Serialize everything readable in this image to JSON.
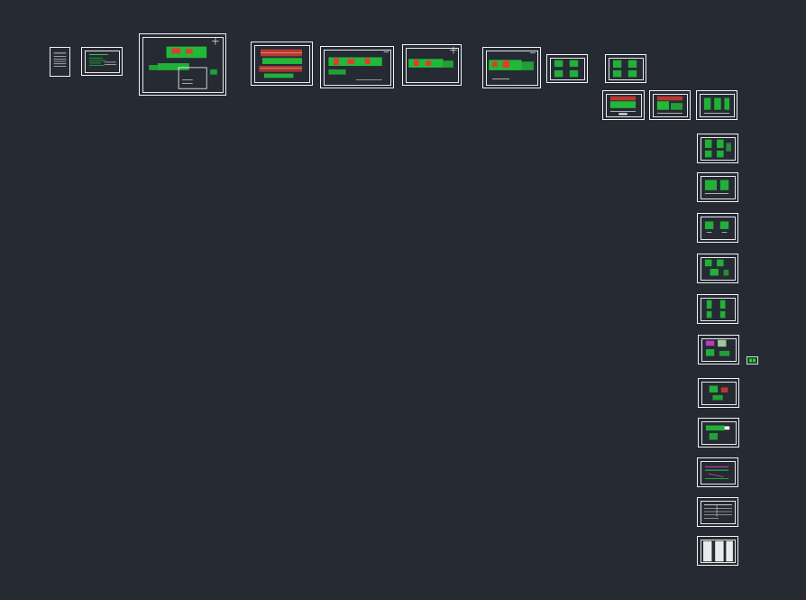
{
  "viewport": {
    "background": "#252a33",
    "frame_color": "#f2f2f2",
    "drawing_colors": [
      "#22d23a",
      "#e23b2e",
      "#ffffff",
      "#d63fd6",
      "#b5e3b0"
    ]
  },
  "sheets": [
    {
      "id": "cover"
    },
    {
      "id": "design-notes"
    },
    {
      "id": "site-plan"
    },
    {
      "id": "floor-plan-1"
    },
    {
      "id": "floor-plan-2"
    },
    {
      "id": "floor-plan-3"
    },
    {
      "id": "floor-plan-4"
    },
    {
      "id": "detail-a"
    },
    {
      "id": "detail-b"
    },
    {
      "id": "elevation-1"
    },
    {
      "id": "elevation-2"
    },
    {
      "id": "detail-c"
    },
    {
      "id": "detail-d"
    },
    {
      "id": "detail-e"
    },
    {
      "id": "detail-f"
    },
    {
      "id": "detail-g"
    },
    {
      "id": "detail-h"
    },
    {
      "id": "detail-i"
    },
    {
      "id": "detail-j"
    },
    {
      "id": "detail-k"
    },
    {
      "id": "detail-l"
    },
    {
      "id": "detail-m"
    },
    {
      "id": "schedule-table"
    },
    {
      "id": "title-sheet"
    }
  ]
}
